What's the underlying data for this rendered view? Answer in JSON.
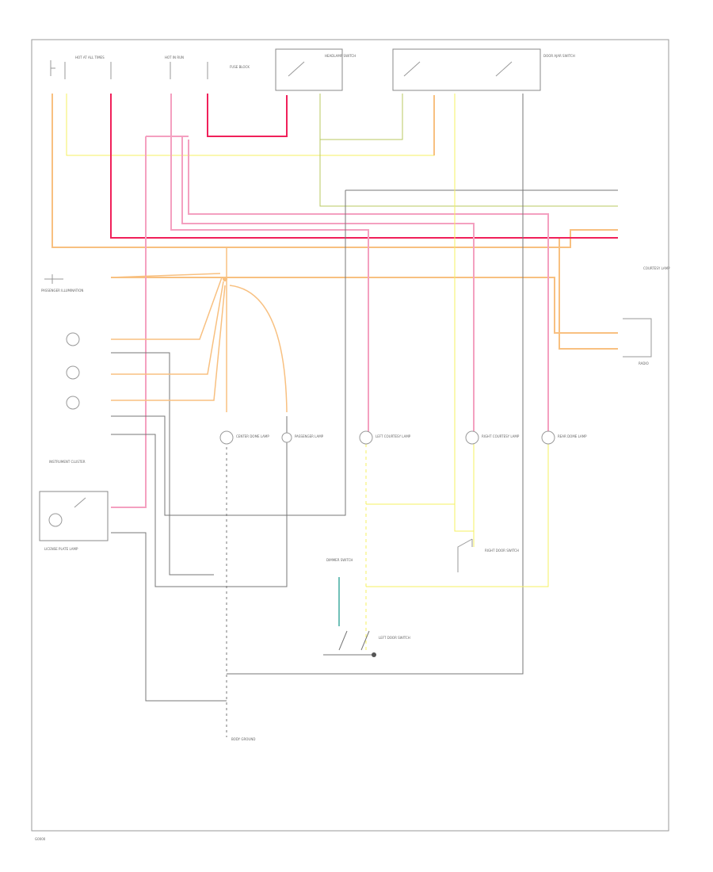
{
  "colors": {
    "pink": "#f4a0c0",
    "red": "#f0205a",
    "orange": "#f8c080",
    "yellow": "#f4f060",
    "olive": "#b8c860",
    "gray": "#777777",
    "teal": "#70c0b8"
  },
  "labels": {
    "hot_at_all_times": "HOT AT ALL TIMES",
    "hot_in_run": "HOT IN RUN",
    "fuse_block": "FUSE BLOCK",
    "headlamp_switch": "HEADLAMP SWITCH",
    "door_ajar_switch": "DOOR AJAR SWITCH",
    "passenger_illumination": "PASSENGER ILLUMINATION",
    "instrument_cluster": "INSTRUMENT CLUSTER",
    "courtesy_lamp": "COURTESY LAMP",
    "license_plate_lamp": "LICENSE PLATE LAMP",
    "center_dome_lamp": "CENTER DOME LAMP",
    "passenger_lamp": "PASSENGER LAMP",
    "left_courtesy_lamp": "LEFT COURTESY LAMP",
    "right_courtesy_lamp": "RIGHT COURTESY LAMP",
    "rear_dome_lamp": "REAR DOME LAMP",
    "dimmer_switch": "DIMMER SWITCH",
    "right_door_switch": "RIGHT DOOR SWITCH",
    "left_door_switch": "LEFT DOOR SWITCH",
    "body_ground": "BODY GROUND",
    "radio": "RADIO",
    "footer_code": "G0000"
  }
}
